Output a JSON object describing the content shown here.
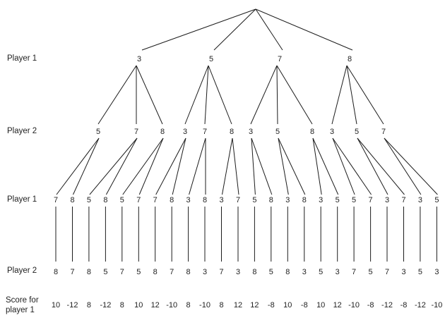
{
  "row_labels": [
    {
      "label": "Player 1"
    },
    {
      "label": "Player 2"
    },
    {
      "label": "Player 1"
    },
    {
      "label": "Player 2"
    }
  ],
  "score_label": {
    "line1": "Score for",
    "line2": "player 1"
  },
  "tree": {
    "type": "game-tree",
    "root_value": "",
    "level1": {
      "player": "Player 1",
      "values": [
        "3",
        "5",
        "7",
        "8"
      ]
    },
    "level2": {
      "player": "Player 2",
      "values": [
        "5",
        "7",
        "8",
        "3",
        "7",
        "8",
        "3",
        "5",
        "8",
        "3",
        "5",
        "7"
      ],
      "parent_index": [
        0,
        0,
        0,
        1,
        1,
        1,
        2,
        2,
        2,
        3,
        3,
        3
      ]
    },
    "level3": {
      "player": "Player 1",
      "values": [
        "7",
        "8",
        "5",
        "8",
        "5",
        "7",
        "7",
        "8",
        "3",
        "8",
        "3",
        "7",
        "5",
        "8",
        "3",
        "8",
        "3",
        "5",
        "5",
        "7",
        "3",
        "7",
        "3",
        "5"
      ],
      "parent_index": [
        0,
        0,
        1,
        1,
        2,
        2,
        3,
        3,
        4,
        4,
        5,
        5,
        6,
        6,
        7,
        7,
        8,
        8,
        9,
        9,
        10,
        10,
        11,
        11
      ]
    },
    "level4": {
      "player": "Player 2",
      "values": [
        "8",
        "7",
        "8",
        "5",
        "7",
        "5",
        "8",
        "7",
        "8",
        "3",
        "7",
        "3",
        "8",
        "5",
        "8",
        "3",
        "5",
        "3",
        "7",
        "5",
        "7",
        "3",
        "5",
        "3"
      ],
      "parent_index": [
        0,
        1,
        2,
        3,
        4,
        5,
        6,
        7,
        8,
        9,
        10,
        11,
        12,
        13,
        14,
        15,
        16,
        17,
        18,
        19,
        20,
        21,
        22,
        23
      ]
    },
    "scores_for_player1": [
      "10",
      "-12",
      "8",
      "-12",
      "8",
      "10",
      "12",
      "-10",
      "8",
      "-10",
      "8",
      "12",
      "12",
      "-8",
      "10",
      "-8",
      "10",
      "12",
      "-10",
      "-8",
      "-12",
      "-8",
      "-12",
      "-10"
    ]
  }
}
